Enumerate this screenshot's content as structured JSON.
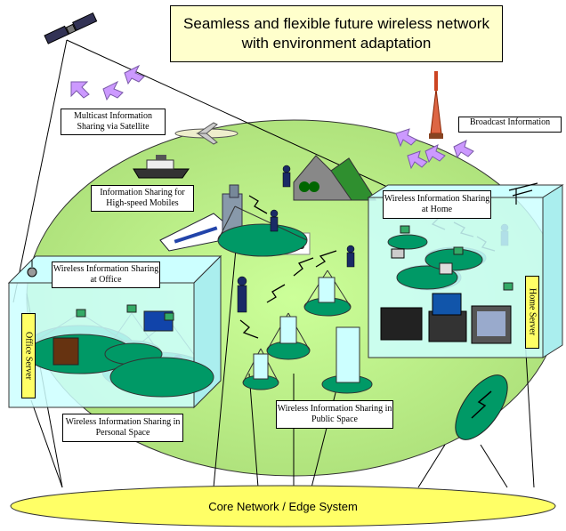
{
  "title": "Seamless and flexible future wireless network with environment adaptation",
  "labels": {
    "multicast": "Multicast Information Sharing via Satellite",
    "broadcast": "Broadcast Information",
    "high_speed": "Information Sharing for High-speed Mobiles",
    "home": "Wireless Information Sharing at Home",
    "office": "Wireless Information Sharing at Office",
    "personal": "Wireless Information Sharing in Personal Space",
    "public": "Wireless Information Sharing in Public Space",
    "office_server": "Office Server",
    "home_server": "Home Server",
    "core": "Core Network / Edge System"
  },
  "colors": {
    "ground": "#ccff99",
    "cell": "#009966",
    "title_bg": "#ffffcc",
    "server_bg": "#ffff66",
    "box": "#ccffff",
    "core": "#ffff66",
    "arrow": "#cc99ff"
  }
}
